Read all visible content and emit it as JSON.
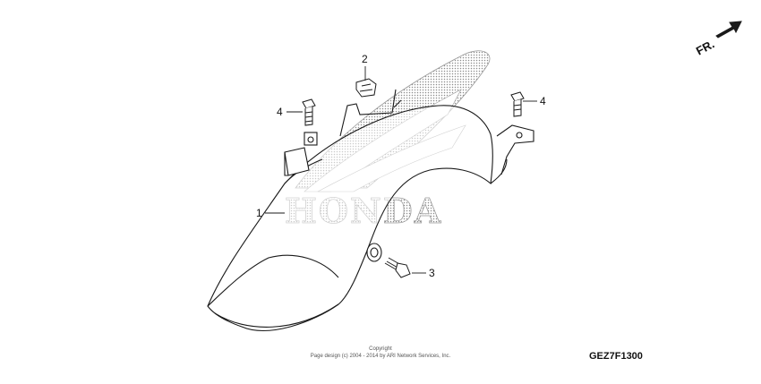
{
  "watermark": {
    "text": "HONDA"
  },
  "direction": {
    "label": "FR."
  },
  "parts": [
    {
      "number": "1"
    },
    {
      "number": "2"
    },
    {
      "number": "3"
    },
    {
      "number": "4"
    },
    {
      "number": "4"
    }
  ],
  "footer": {
    "copyright_title": "Copyright",
    "copyright_text": "Page design (c) 2004 - 2014 by ARI Network Services, Inc.",
    "drawing_code": "GEZ7F1300"
  },
  "colors": {
    "line": "#1a1a1a",
    "watermark": "#9a9a9a",
    "background": "#ffffff"
  }
}
